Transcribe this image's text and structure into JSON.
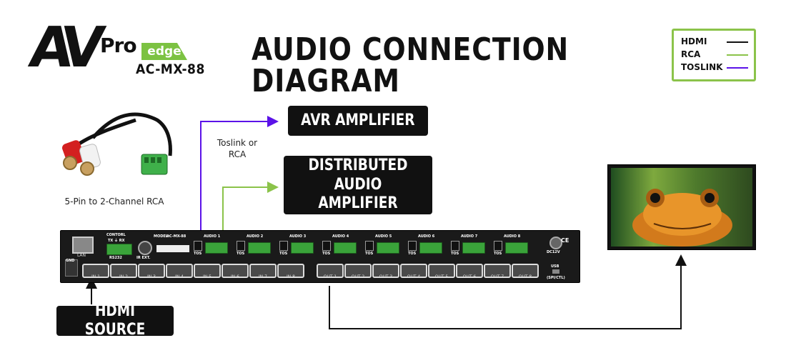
{
  "brand": {
    "av": "AV",
    "pro": "Pro",
    "edge": "edge",
    "model": "AC-MX-88"
  },
  "title": "AUDIO CONNECTION DIAGRAM",
  "legend": [
    {
      "label": "HDMI",
      "color": "#111111"
    },
    {
      "label": "RCA",
      "color": "#8bc34a"
    },
    {
      "label": "TOSLINK",
      "color": "#5b12e8"
    }
  ],
  "labels": {
    "avr": "AVR AMPLIFIER",
    "distributed": "DISTRIBUTED\nAUDIO AMPLIFIER",
    "hdmi_source": "HDMI SOURCE",
    "toslink_or_rca": "Toslink\nor\nRCA",
    "cable_caption": "5-Pin to 2-Channel RCA"
  },
  "device": {
    "model_label": "MODEL:",
    "model": "AC-MX-88",
    "control": "CONTORL",
    "control_sub": "TX ⏚ RX",
    "rs232": "RS232",
    "ir_ext": "IR EXT.",
    "lan": "LAN",
    "gnd": "GND",
    "power": "DC12V",
    "usb": "USB",
    "usb_sub": "(SPI/CTL)",
    "ce": "CE",
    "tos": "TOS",
    "audio_zones": [
      "AUDIO 1",
      "AUDIO 2",
      "AUDIO 3",
      "AUDIO 4",
      "AUDIO 5",
      "AUDIO 6",
      "AUDIO 7",
      "AUDIO 8"
    ],
    "inputs": [
      "IN 1",
      "IN 2",
      "IN 3",
      "IN 4",
      "IN 5",
      "IN 6",
      "IN 7",
      "IN 8"
    ],
    "outputs": [
      "OUT 1",
      "OUT 2",
      "OUT 3",
      "OUT 4",
      "OUT 5",
      "OUT 6",
      "OUT 7",
      "OUT 8"
    ]
  },
  "colors": {
    "hdmi": "#111111",
    "rca": "#8bc34a",
    "toslink": "#5b12e8"
  }
}
